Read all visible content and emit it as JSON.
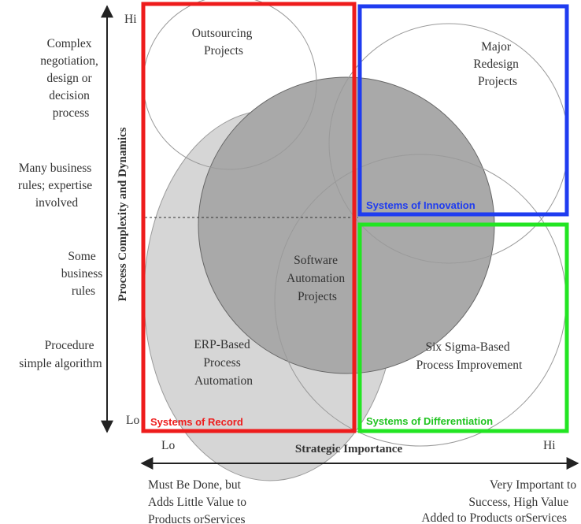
{
  "y_axis": {
    "title": "Process Complexity and Dynamics",
    "hi_label": "Hi",
    "lo_label": "Lo",
    "levels": [
      [
        "Complex",
        "negotiation,",
        "design or",
        "decision",
        "process"
      ],
      [
        "Many business",
        "rules; expertise",
        "involved"
      ],
      [
        "Some",
        "business",
        "rules"
      ],
      [
        "Procedure",
        "simple algorithm"
      ]
    ]
  },
  "x_axis": {
    "title": "Strategic Importance",
    "lo_label": "Lo",
    "hi_label": "Hi",
    "lo_description": [
      "Must Be Done, but",
      "Adds Little Value to",
      "Products orServices"
    ],
    "hi_description": [
      "Very Important to",
      "Success, High Value",
      "Added to Products orServices"
    ]
  },
  "circles": {
    "outsourcing": [
      "Outsourcing",
      "Projects"
    ],
    "major_redesign": [
      "Major",
      "Redesign",
      "Projects"
    ],
    "software_automation": [
      "Software",
      "Automation",
      "Projects"
    ],
    "erp": [
      "ERP-Based",
      "Process",
      "Automation"
    ],
    "six_sigma": [
      "Six Sigma-Based",
      "Process Improvement"
    ]
  },
  "regions": {
    "record": {
      "label": "Systems of Record",
      "color": "#ee1c1c"
    },
    "innovation": {
      "label": "Systems of Innovation",
      "color": "#1f3cf0"
    },
    "differentiation": {
      "label": "Systems of Differentiation",
      "color": "#22e522"
    }
  },
  "colors": {
    "erp_fill": "#d6d6d6",
    "software_fill": "#a9a9a9",
    "outline": "#9a9a9a",
    "axis": "#222222"
  }
}
